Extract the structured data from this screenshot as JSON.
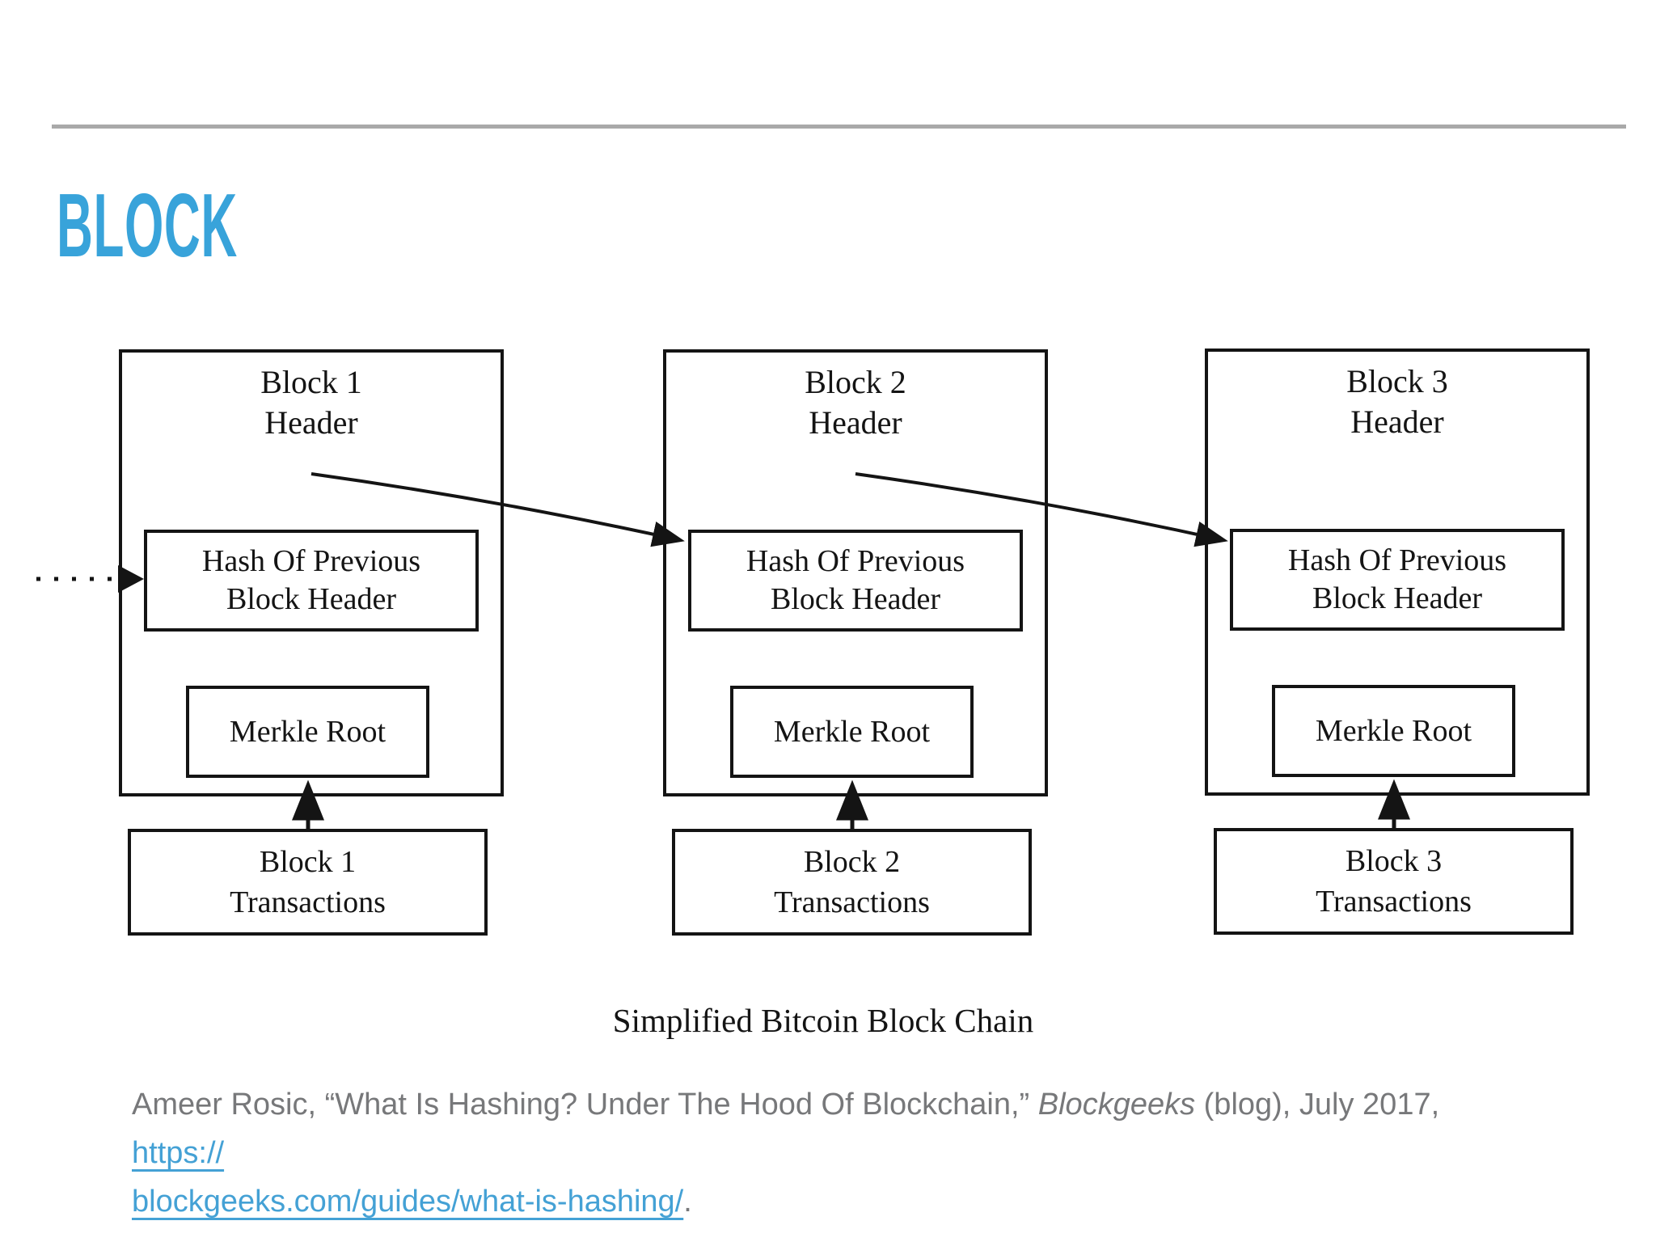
{
  "slide": {
    "title": "BLOCK"
  },
  "colors": {
    "title_blue": "#38a3da",
    "link_blue": "#44a1d5",
    "citation_gray": "#77787a",
    "rule_gray": "#a9a9a9",
    "diagram_ink": "#141414"
  },
  "diagram": {
    "caption": "Simplified Bitcoin Block Chain",
    "blocks": [
      {
        "header_line1": "Block 1",
        "header_line2": "Header",
        "hash_line1": "Hash Of Previous",
        "hash_line2": "Block Header",
        "merkle_label": "Merkle Root",
        "tx_line1": "Block 1",
        "tx_line2": "Transactions"
      },
      {
        "header_line1": "Block 2",
        "header_line2": "Header",
        "hash_line1": "Hash Of Previous",
        "hash_line2": "Block Header",
        "merkle_label": "Merkle Root",
        "tx_line1": "Block 2",
        "tx_line2": "Transactions"
      },
      {
        "header_line1": "Block 3",
        "header_line2": "Header",
        "hash_line1": "Hash Of Previous",
        "hash_line2": "Block Header",
        "merkle_label": "Merkle Root",
        "tx_line1": "Block 3",
        "tx_line2": "Transactions"
      }
    ]
  },
  "citation": {
    "prefix": "Ameer Rosic, “What Is Hashing? Under The Hood Of Blockchain,” ",
    "source_italic": "Blockgeeks",
    "middle": " (blog), July 2017, ",
    "link_line1": "https://",
    "link_line2": "blockgeeks.com/guides/what-is-hashing/",
    "suffix": "."
  }
}
